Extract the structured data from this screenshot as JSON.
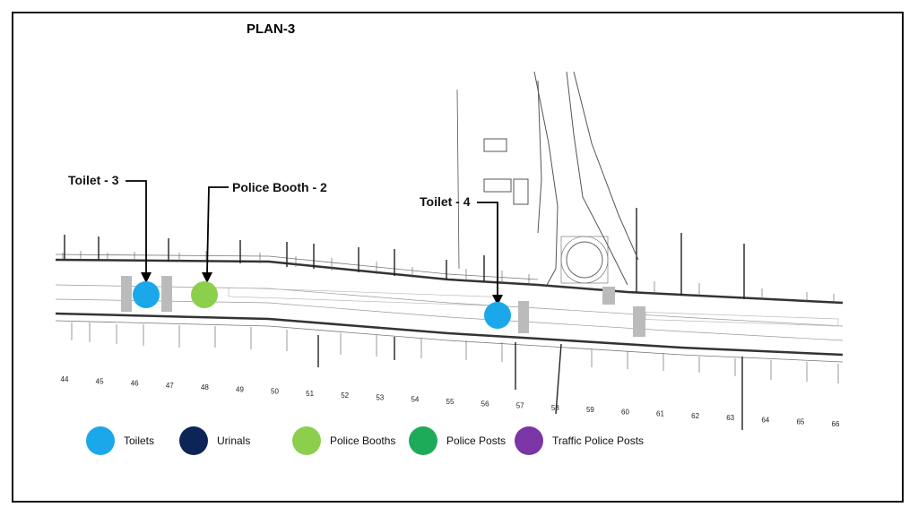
{
  "title": "PLAN-3",
  "markers": [
    {
      "id": "toilet-3",
      "label": "Toilet - 3",
      "type": "toilet"
    },
    {
      "id": "police-booth-2",
      "label": "Police Booth - 2",
      "type": "police-booth"
    },
    {
      "id": "toilet-4",
      "label": "Toilet - 4",
      "type": "toilet"
    }
  ],
  "block_numbers": [
    "44",
    "45",
    "46",
    "47",
    "48",
    "49",
    "50",
    "51",
    "52",
    "53",
    "54",
    "55",
    "56",
    "57",
    "58",
    "59",
    "60",
    "61",
    "62",
    "63",
    "64",
    "65",
    "66"
  ],
  "legend": [
    {
      "label": "Toilets",
      "color": "#1aa8ea"
    },
    {
      "label": "Urinals",
      "color": "#0d2456"
    },
    {
      "label": "Police Booths",
      "color": "#8ccf4d"
    },
    {
      "label": "Police Posts",
      "color": "#1eab59"
    },
    {
      "label": "Traffic Police Posts",
      "color": "#7a35a6"
    }
  ]
}
